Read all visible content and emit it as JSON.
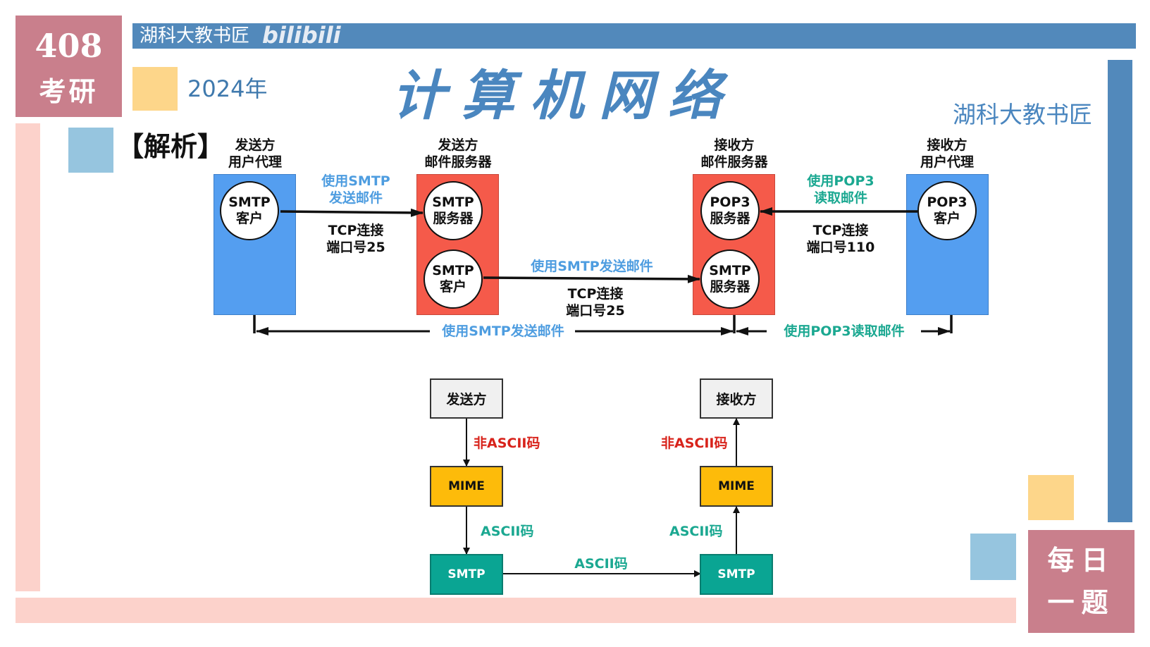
{
  "theme": {
    "rose": "#c97f8c",
    "steel_blue": "#5289bb",
    "pale_yellow": "#fdd68a",
    "light_blue": "#96c5df",
    "pale_pink": "#fcd2cb",
    "agent_blue": "#549ef0",
    "server_red": "#f55a4a",
    "smtp_label_blue": "#4e9de0",
    "pop3_label_teal": "#1ba891",
    "non_ascii_red": "#d8231b",
    "mime_yellow": "#fdbb0a",
    "smtp_teal": "#0aa593",
    "node_gray": "#f0f0f0"
  },
  "header": {
    "badge_number": "408",
    "badge_text": "考研",
    "year": "2024年",
    "title": "计算机网络",
    "author": "湖科大教书匠",
    "watermark_text": "湖科大教书匠",
    "watermark_logo": "bilibili"
  },
  "corner_badge": {
    "line1": "每日",
    "line2": "一题"
  },
  "section_heading": "【解析】",
  "top_diagram": {
    "nodes": [
      {
        "caption_line1": "发送方",
        "caption_line2": "用户代理",
        "circles": [
          {
            "line1": "SMTP",
            "line2": "客户"
          }
        ]
      },
      {
        "caption_line1": "发送方",
        "caption_line2": "邮件服务器",
        "circles": [
          {
            "line1": "SMTP",
            "line2": "服务器"
          },
          {
            "line1": "SMTP",
            "line2": "客户"
          }
        ]
      },
      {
        "caption_line1": "接收方",
        "caption_line2": "邮件服务器",
        "circles": [
          {
            "line1": "POP3",
            "line2": "服务器"
          },
          {
            "line1": "SMTP",
            "line2": "服务器"
          }
        ]
      },
      {
        "caption_line1": "接收方",
        "caption_line2": "用户代理",
        "circles": [
          {
            "line1": "POP3",
            "line2": "客户"
          }
        ]
      }
    ],
    "links": [
      {
        "top_line1": "使用SMTP",
        "top_line2": "发送邮件",
        "bottom_line1": "TCP连接",
        "bottom_line2": "端口号25"
      },
      {
        "top": "使用SMTP发送邮件",
        "bottom_line1": "TCP连接",
        "bottom_line2": "端口号25"
      },
      {
        "top_line1": "使用POP3",
        "top_line2": "读取邮件",
        "bottom_line1": "TCP连接",
        "bottom_line2": "端口号110"
      }
    ],
    "span_labels": {
      "smtp": "使用SMTP发送邮件",
      "pop3": "使用POP3读取邮件"
    }
  },
  "bottom_diagram": {
    "sender": "发送方",
    "receiver": "接收方",
    "mime": "MIME",
    "smtp": "SMTP",
    "non_ascii": "非ASCII码",
    "ascii": "ASCII码"
  }
}
